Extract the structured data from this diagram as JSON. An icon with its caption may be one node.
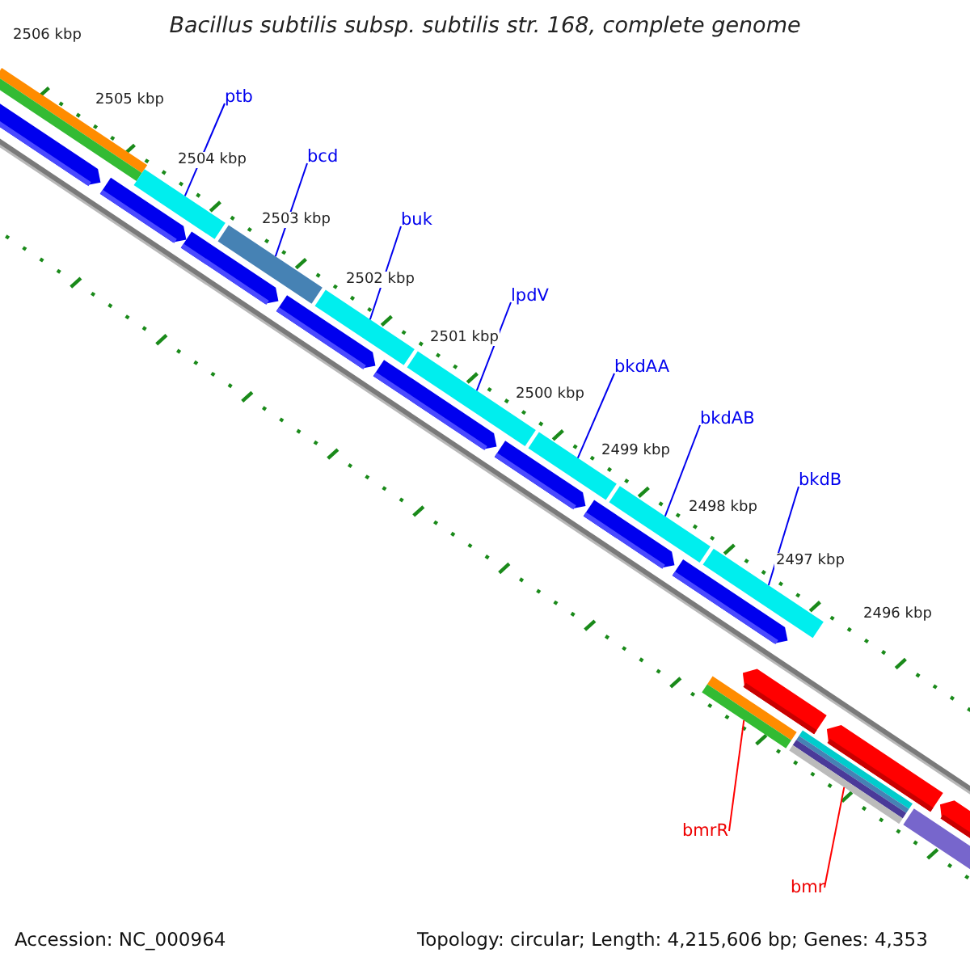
{
  "diagram": {
    "title": "Bacillus subtilis subsp. subtilis str. 168, complete genome",
    "nodes": [
      {
        "text": [
          "ptb"
        ]
      },
      {
        "text": [
          "bcd"
        ]
      },
      {
        "text": [
          "buk"
        ]
      },
      {
        "text": [
          "lpdV"
        ]
      },
      {
        "text": [
          "bkdAA"
        ]
      },
      {
        "text": [
          "bkdAB"
        ]
      },
      {
        "text": [
          "bkdB"
        ]
      },
      {
        "text": [
          "bmrR"
        ]
      },
      {
        "text": [
          "bmr"
        ]
      },
      {
        "text": [],
        "shape": "bar"
      },
      {
        "text": [],
        "shape": "bar"
      },
      {
        "text": [],
        "shape": "bar"
      },
      {
        "text": [],
        "shape": "bar"
      },
      {
        "text": [],
        "shape": "bar"
      },
      {
        "text": [],
        "shape": "bar"
      },
      {
        "text": [],
        "shape": "bar"
      },
      {
        "text": [],
        "shape": "bar"
      },
      {
        "text": [],
        "shape": "bar"
      }
    ],
    "edges": [
      {
        "from": 0,
        "to": 9,
        "arrow": "none"
      },
      {
        "from": 1,
        "to": 10,
        "arrow": "none"
      },
      {
        "from": 2,
        "to": 11,
        "arrow": "none"
      },
      {
        "from": 3,
        "to": 12,
        "arrow": "none"
      },
      {
        "from": 4,
        "to": 13,
        "arrow": "none"
      },
      {
        "from": 5,
        "to": 14,
        "arrow": "none"
      },
      {
        "from": 6,
        "to": 15,
        "arrow": "none"
      },
      {
        "from": 7,
        "to": 16,
        "arrow": "none",
        "color": "#ff0000"
      },
      {
        "from": 8,
        "to": 17,
        "arrow": "none",
        "color": "#ff0000"
      }
    ],
    "labels": [
      "2506 kbp",
      "2505 kbp",
      "2504 kbp",
      "2503 kbp",
      "2502 kbp",
      "2501 kbp",
      "2500 kbp",
      "2499 kbp",
      "2498 kbp",
      "2497 kbp",
      "2496 kbp",
      "Accession: NC_000964",
      "Topology: circular; Length: 4,215,606 bp; Genes: 4,353"
    ]
  }
}
